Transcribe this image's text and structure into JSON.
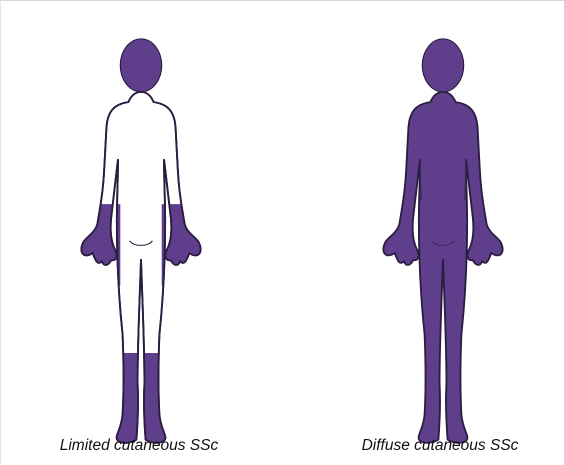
{
  "colors": {
    "fill": "#5f3f8c",
    "outline": "#2a1d40",
    "background": "#ffffff"
  },
  "figures": [
    {
      "id": "limited",
      "caption": "Limited cutaneous SSc",
      "involvement": "face, forearms, hands, lower legs, feet"
    },
    {
      "id": "diffuse",
      "caption": "Diffuse cutaneous SSc",
      "involvement": "whole body"
    }
  ]
}
